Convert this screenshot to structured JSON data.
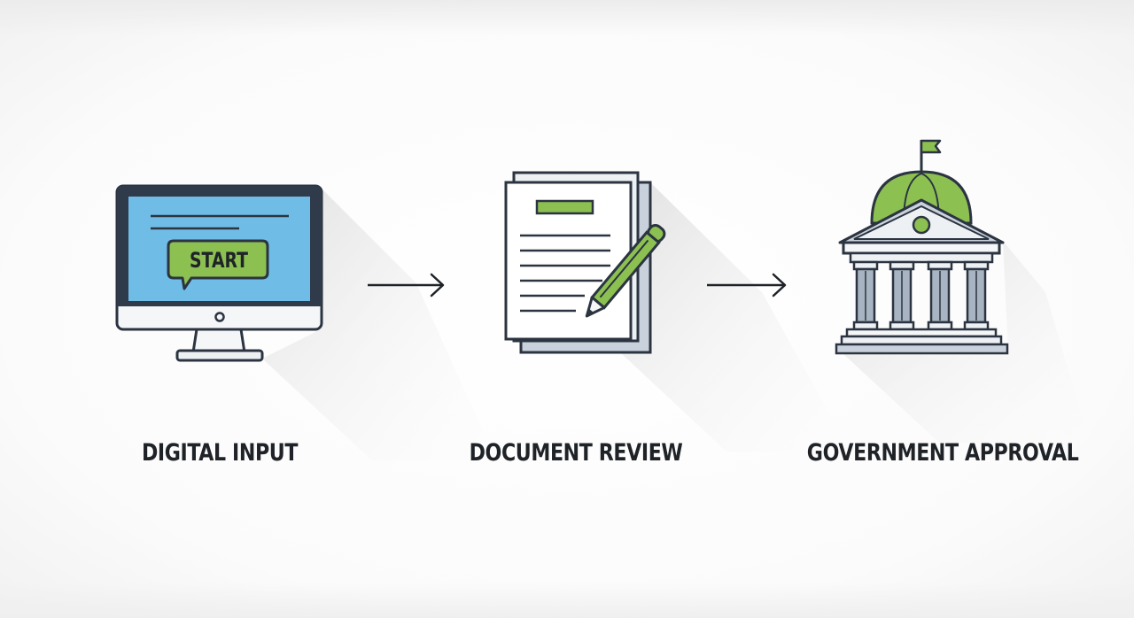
{
  "steps": [
    {
      "label": "DIGITAL INPUT",
      "icon": "computer-monitor-icon"
    },
    {
      "label": "DOCUMENT REVIEW",
      "icon": "document-with-pen-icon"
    },
    {
      "label": "GOVERNMENT APPROVAL",
      "icon": "government-building-icon"
    }
  ],
  "monitor": {
    "button_text": "START"
  },
  "colors": {
    "outline": "#2b3440",
    "screen": "#6fbde6",
    "accent_green": "#8cc152",
    "column_gray": "#a9b4c2",
    "paper_back": "#c9d2dc",
    "label_text": "#1f2328"
  }
}
